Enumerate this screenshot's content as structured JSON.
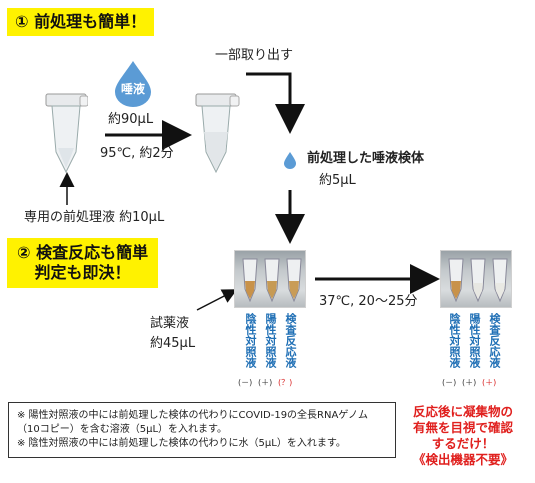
{
  "section1": {
    "title": "① 前処理も簡単！"
  },
  "section2": {
    "title_line1": "② 検査反応も簡単",
    "title_line2": "判定も即決！"
  },
  "saliva": {
    "badge": "唾液",
    "amount": "約90µL",
    "heat": "95℃, 約2分",
    "icon": "saliva-drop-icon"
  },
  "pretreatment_liquid": "専用の前処理液 約10µL",
  "extract_label": "一部取り出す",
  "specimen": {
    "label": "前処理した唾液検体",
    "amount": "約5µL"
  },
  "reagent": {
    "line1": "試薬液",
    "line2": "約45µL"
  },
  "incubation": "37℃, 20〜25分",
  "tube_labels": {
    "left": [
      "陰性対照液",
      "陽性対照液",
      "検査反応液"
    ],
    "right": [
      "陰性対照液",
      "陽性対照液",
      "検査反応液"
    ]
  },
  "results_before": [
    "(－)",
    "(＋)",
    "(？)"
  ],
  "results_after": [
    "(－)",
    "(＋)",
    "(＋)"
  ],
  "notes": [
    "※ 陽性対照液の中には前処理した検体の代わりにCOVID-19の全長RNAゲノム（10コピー）を含む溶液（5µL）を入れます。",
    "※ 陰性対照液の中には前処理した検体の代わりに水（5µL）を入れます。"
  ],
  "right_note": {
    "line1": "反応後に凝集物の",
    "line2": "有無を目視で確認",
    "line3": "するだけ！",
    "line4": "《検出機器不要》"
  },
  "colors": {
    "banner": "#fff200",
    "blue": "#1f6fb5",
    "red": "#e0201e",
    "drop": "#5b9bd5"
  }
}
